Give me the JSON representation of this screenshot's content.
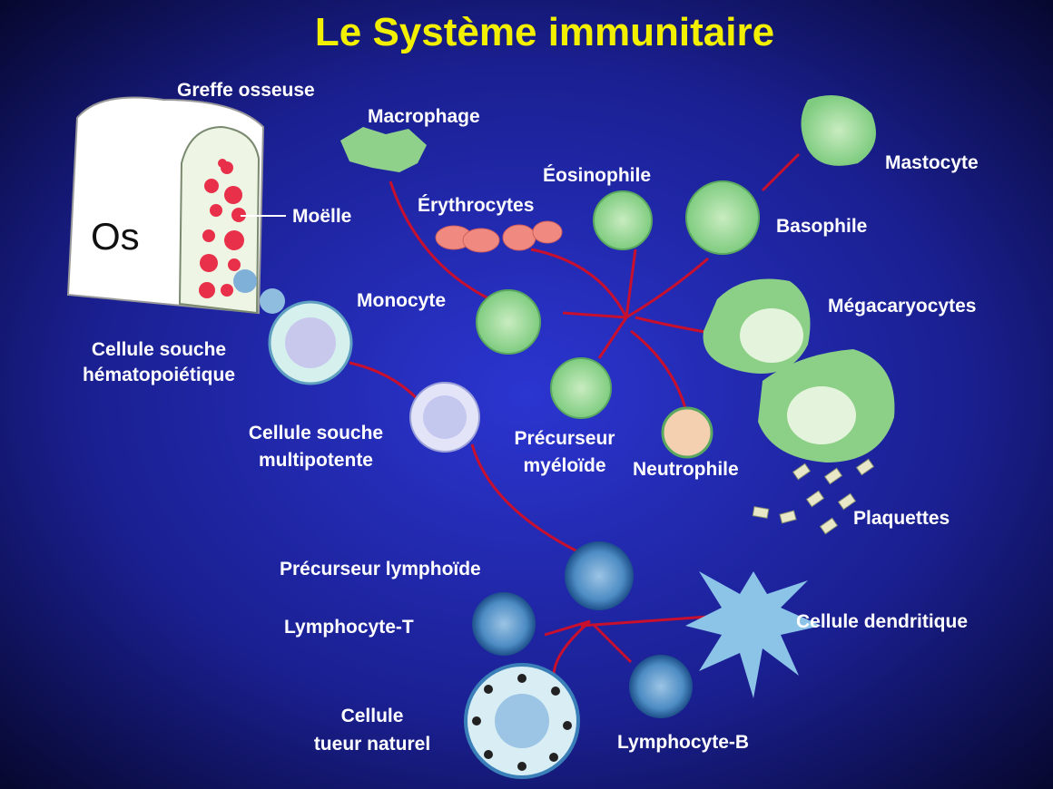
{
  "title": "Le Système immunitaire",
  "bone": {
    "label": "Os",
    "graft": "Greffe osseuse",
    "marrow": "Moëlle"
  },
  "labels": {
    "macrophage": "Macrophage",
    "eosinophile": "Éosinophile",
    "erythrocytes": "Érythrocytes",
    "mastocyte": "Mastocyte",
    "basophile": "Basophile",
    "monocyte": "Monocyte",
    "megacaryocytes": "Mégacaryocytes",
    "hsc_line1": "Cellule souche",
    "hsc_line2": "hématopoiétique",
    "mpp_line1": "Cellule souche",
    "mpp_line2": "multipotente",
    "myeloid_line1": "Précurseur",
    "myeloid_line2": "myéloïde",
    "neutrophile": "Neutrophile",
    "plaquettes": "Plaquettes",
    "lymphoid": "Précurseur lymphoïde",
    "lymphocyte_t": "Lymphocyte-T",
    "dendritic": "Cellule dendritique",
    "nk_line1": "Cellule",
    "nk_line2": "tueur naturel",
    "lymphocyte_b": "Lymphocyte-B"
  },
  "colors": {
    "title": "#f2f000",
    "arrow": "#c8102e",
    "myeloid": "#9fd99a",
    "lymphoid": "#3a7fb8",
    "erythro": "#f08a80"
  }
}
